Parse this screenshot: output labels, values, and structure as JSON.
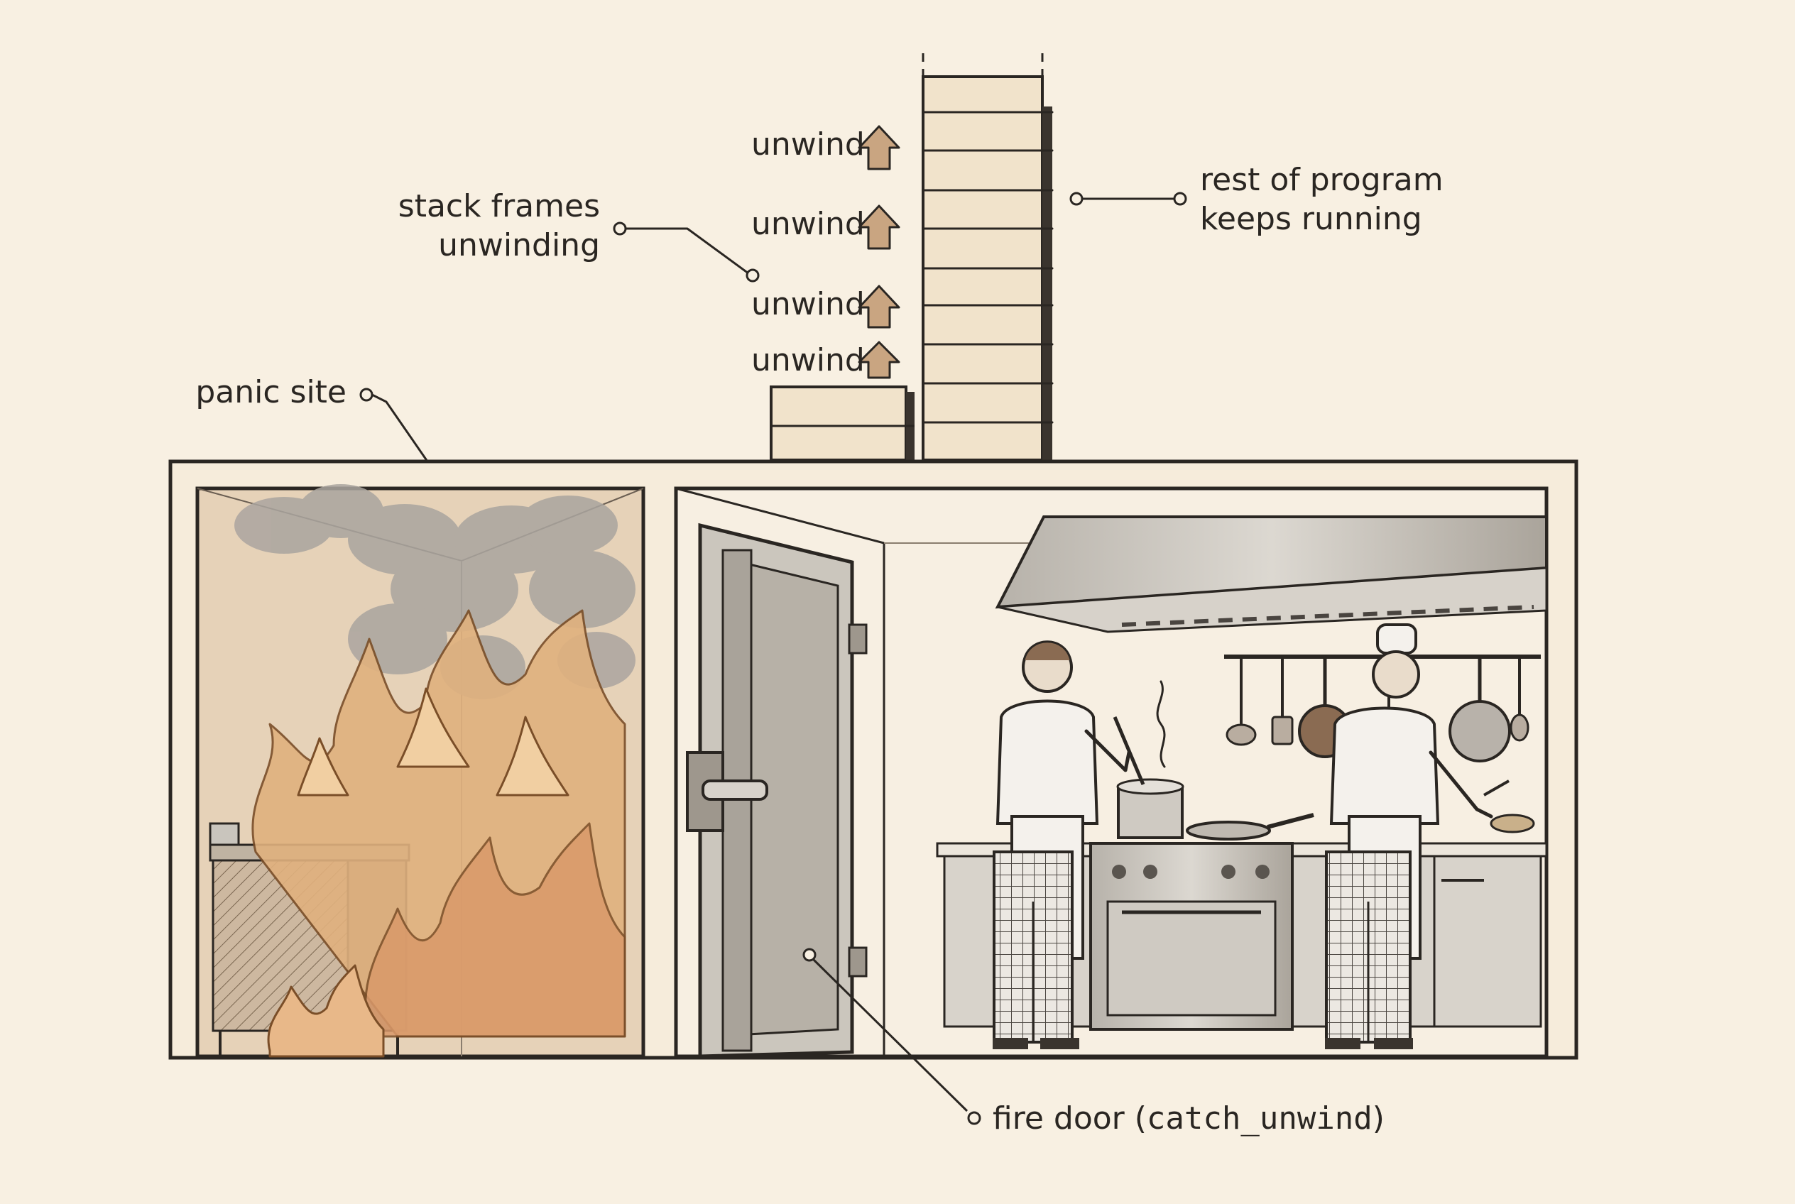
{
  "labels": {
    "stack_frames_line1": "stack frames",
    "stack_frames_line2": "unwinding",
    "panic_site": "panic site",
    "rest_line1": "rest of program",
    "rest_line2": "keeps running",
    "fire_door_prefix": "fire door (",
    "fire_door_code": "catch_unwind",
    "fire_door_suffix": ")"
  },
  "unwind_markers": [
    "unwind",
    "unwind",
    "unwind",
    "unwind"
  ],
  "colors": {
    "background": "#f8f0e2",
    "ink": "#2a2622",
    "arrow_fill": "#c9a581",
    "flame": "#d9a36b",
    "smoke": "#a8a39d",
    "steel": "#c9c5bd"
  },
  "icons": [
    "up-arrow-icon",
    "fire-icon",
    "smoke-icon",
    "fire-door-icon",
    "chef-icon",
    "stove-icon",
    "range-hood-icon",
    "pan-icon",
    "pot-icon",
    "ladle-icon"
  ]
}
